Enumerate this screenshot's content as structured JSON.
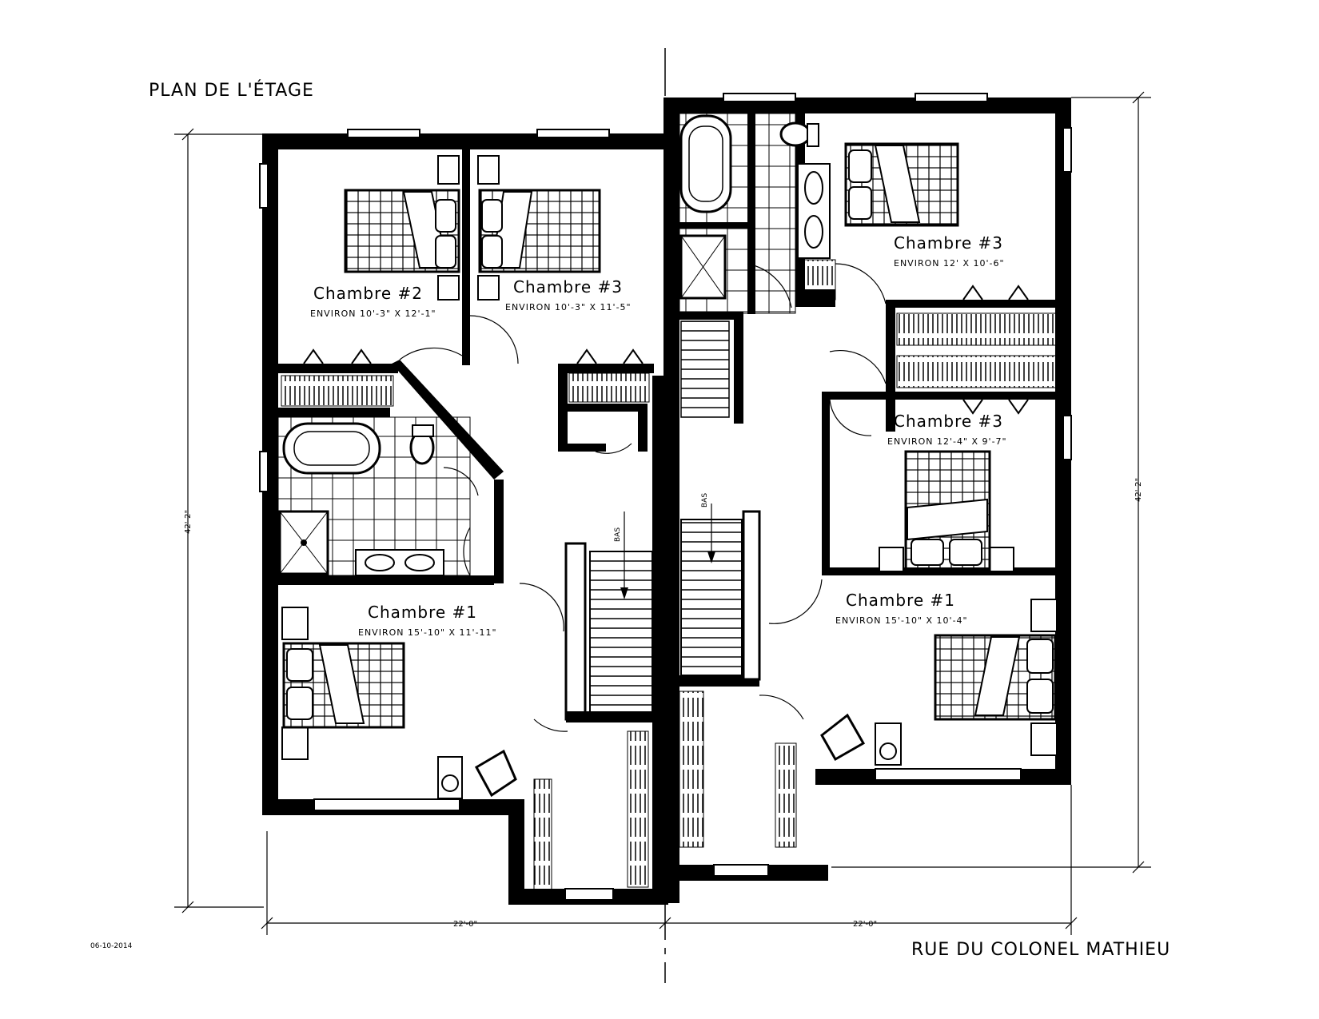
{
  "plan": {
    "title": "PLAN DE L'ÉTAGE",
    "street": "RUE DU COLONEL MATHIEU",
    "date": "06-10-2014"
  },
  "units": {
    "left": {
      "rooms": [
        {
          "name": "Chambre #2",
          "size": "ENVIRON 10'-3\" X 12'-1\""
        },
        {
          "name": "Chambre #3",
          "size": "ENVIRON 10'-3\" X 11'-5\""
        },
        {
          "name": "Chambre #1",
          "size": "ENVIRON 15'-10\" X 11'-11\""
        }
      ],
      "stair_label": "BAS",
      "width_dim": "22'-0\"",
      "height_dim": "42'-2\""
    },
    "right": {
      "rooms": [
        {
          "name": "Chambre #3",
          "size": "ENVIRON 12' X 10'-6\""
        },
        {
          "name": "Chambre #3",
          "size": "ENVIRON 12'-4\" X 9'-7\""
        },
        {
          "name": "Chambre #1",
          "size": "ENVIRON 15'-10\" X 10'-4\""
        }
      ],
      "stair_label": "BAS",
      "width_dim": "22'-0\"",
      "height_dim": "42'-2\""
    }
  },
  "colors": {
    "ink": "#000000",
    "paper": "#ffffff"
  }
}
